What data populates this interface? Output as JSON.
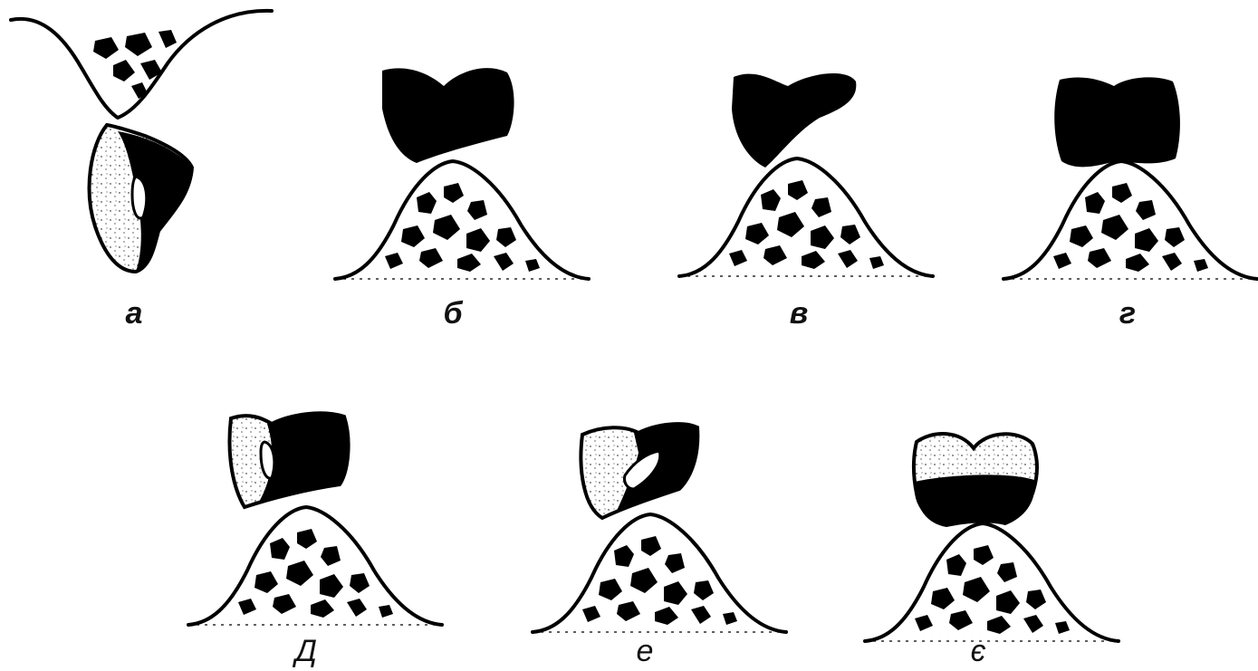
{
  "figure": {
    "panels": [
      {
        "id": "a",
        "label": "а"
      },
      {
        "id": "b",
        "label": "б"
      },
      {
        "id": "v",
        "label": "в"
      },
      {
        "id": "g",
        "label": "г"
      },
      {
        "id": "d",
        "label": "Д"
      },
      {
        "id": "e",
        "label": "е"
      },
      {
        "id": "ye",
        "label": "є"
      }
    ],
    "colors": {
      "ink": "#000000",
      "paper": "#ffffff"
    }
  }
}
